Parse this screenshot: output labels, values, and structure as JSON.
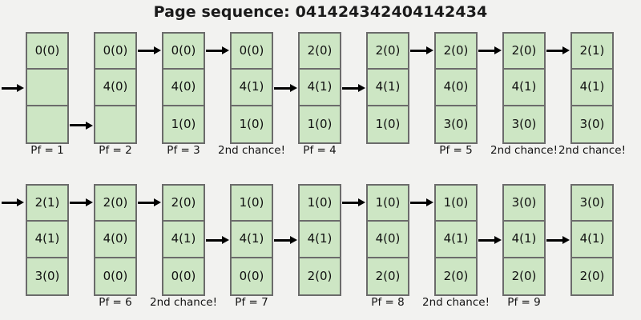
{
  "title": "Page sequence: 041424342404142434",
  "colors": {
    "background": "#f2f2f0",
    "cell_fill": "#cde6c4",
    "cell_border": "#6b6b6b",
    "arrow": "#000000",
    "text": "#111111"
  },
  "diagram": {
    "type": "second-chance-page-replacement",
    "frames_per_state": 3,
    "rows": [
      {
        "entry_arrow_frame": 2,
        "states": [
          {
            "frames": [
              "0(0)",
              "",
              ""
            ],
            "label": "Pf = 1",
            "out_arrow_frame": 3
          },
          {
            "frames": [
              "0(0)",
              "4(0)",
              ""
            ],
            "label": "Pf = 2",
            "out_arrow_frame": 1
          },
          {
            "frames": [
              "0(0)",
              "4(0)",
              "1(0)"
            ],
            "label": "Pf = 3",
            "out_arrow_frame": 1
          },
          {
            "frames": [
              "0(0)",
              "4(1)",
              "1(0)"
            ],
            "label": "2nd chance!",
            "out_arrow_frame": 2
          },
          {
            "frames": [
              "2(0)",
              "4(1)",
              "1(0)"
            ],
            "label": "Pf = 4",
            "out_arrow_frame": 2
          },
          {
            "frames": [
              "2(0)",
              "4(1)",
              "1(0)"
            ],
            "label": "",
            "out_arrow_frame": 1
          },
          {
            "frames": [
              "2(0)",
              "4(0)",
              "3(0)"
            ],
            "label": "Pf = 5",
            "out_arrow_frame": 1
          },
          {
            "frames": [
              "2(0)",
              "4(1)",
              "3(0)"
            ],
            "label": "2nd chance!",
            "out_arrow_frame": 1
          },
          {
            "frames": [
              "2(1)",
              "4(1)",
              "3(0)"
            ],
            "label": "2nd chance!",
            "out_arrow_frame": 0
          }
        ]
      },
      {
        "entry_arrow_frame": 1,
        "states": [
          {
            "frames": [
              "2(1)",
              "4(1)",
              "3(0)"
            ],
            "label": "",
            "out_arrow_frame": 1
          },
          {
            "frames": [
              "2(0)",
              "4(0)",
              "0(0)"
            ],
            "label": "Pf = 6",
            "out_arrow_frame": 1
          },
          {
            "frames": [
              "2(0)",
              "4(1)",
              "0(0)"
            ],
            "label": "2nd chance!",
            "out_arrow_frame": 2
          },
          {
            "frames": [
              "1(0)",
              "4(1)",
              "0(0)"
            ],
            "label": "Pf = 7",
            "out_arrow_frame": 2
          },
          {
            "frames": [
              "1(0)",
              "4(1)",
              "2(0)"
            ],
            "label": "",
            "out_arrow_frame": 1
          },
          {
            "frames": [
              "1(0)",
              "4(0)",
              "2(0)"
            ],
            "label": "Pf = 8",
            "out_arrow_frame": 1
          },
          {
            "frames": [
              "1(0)",
              "4(1)",
              "2(0)"
            ],
            "label": "2nd chance!",
            "out_arrow_frame": 2
          },
          {
            "frames": [
              "3(0)",
              "4(1)",
              "2(0)"
            ],
            "label": "Pf = 9",
            "out_arrow_frame": 2
          },
          {
            "frames": [
              "3(0)",
              "4(1)",
              "2(0)"
            ],
            "label": "",
            "out_arrow_frame": 0
          }
        ]
      }
    ]
  }
}
